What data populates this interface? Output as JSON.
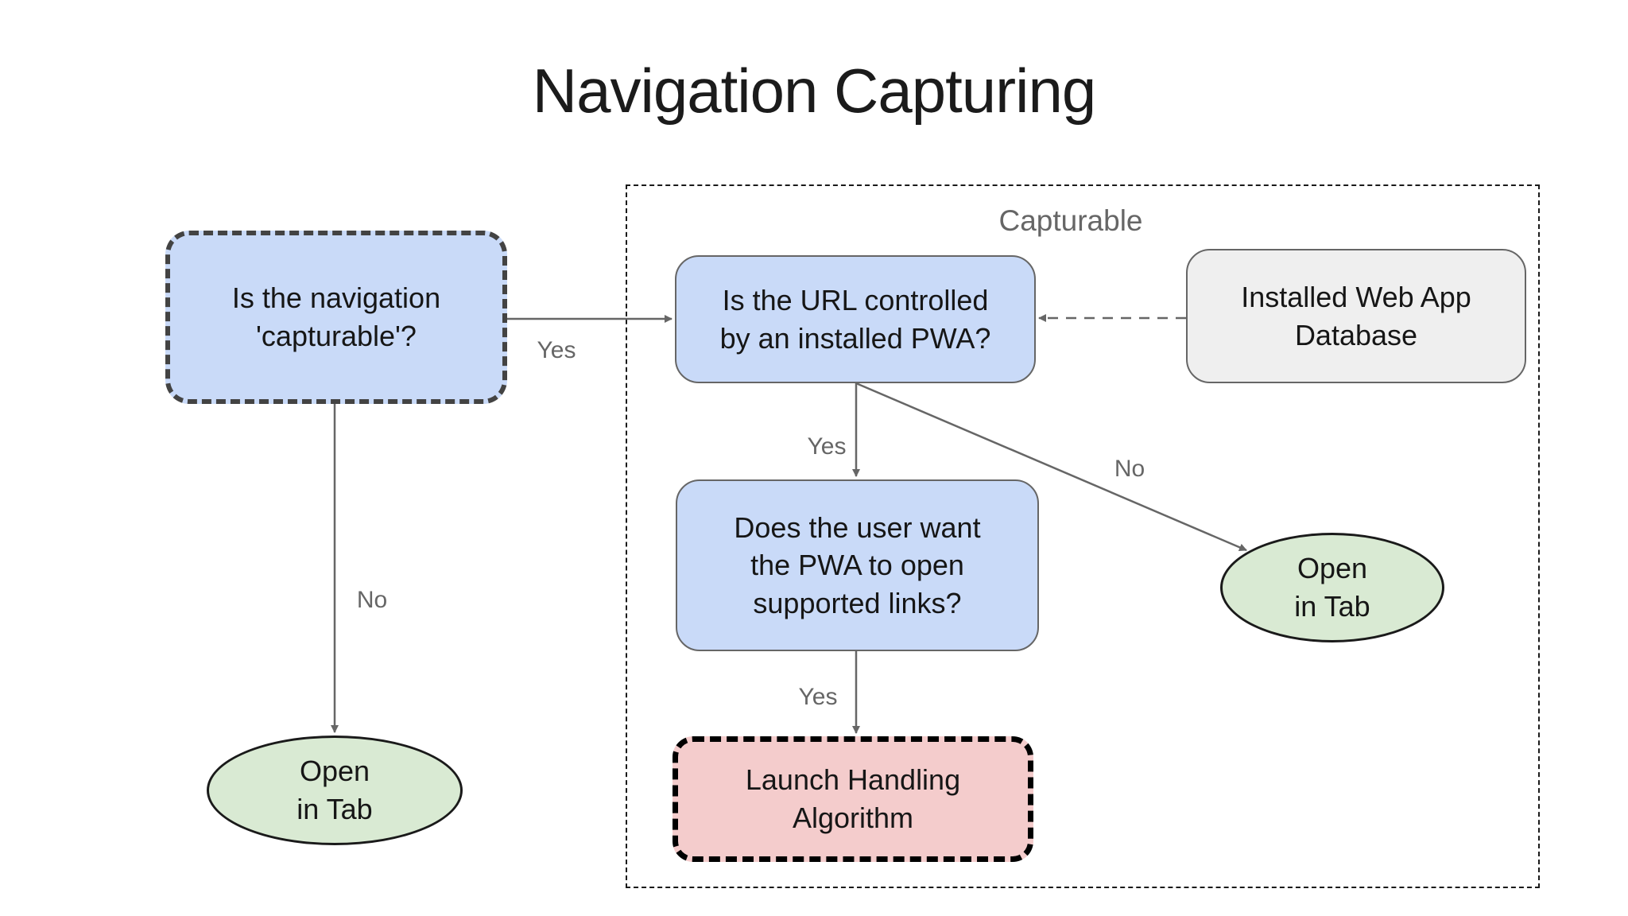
{
  "title": "Navigation Capturing",
  "group": {
    "label": "Capturable"
  },
  "nodes": {
    "is_navigation_capturable": {
      "label": "Is the navigation\n'capturable'?"
    },
    "is_url_controlled": {
      "label": "Is the URL controlled\nby an installed PWA?"
    },
    "installed_web_app_database": {
      "label": "Installed Web App\nDatabase"
    },
    "does_user_want_links": {
      "label": "Does the user want\nthe PWA to open\nsupported links?"
    },
    "launch_handling_algorithm": {
      "label": "Launch Handling\nAlgorithm"
    },
    "open_in_tab_left": {
      "label": "Open\nin Tab"
    },
    "open_in_tab_right": {
      "label": "Open\nin Tab"
    }
  },
  "edge_labels": {
    "capturable_yes": "Yes",
    "capturable_no": "No",
    "url_controlled_yes": "Yes",
    "url_controlled_no": "No",
    "open_links_yes": "Yes"
  },
  "colors": {
    "decision_fill": "#c9daf8",
    "database_fill": "#efefef",
    "terminal_fill": "#d9ead3",
    "launch_fill": "#f4cccc",
    "arrow_stroke": "#666666",
    "edge_label_text": "#666666",
    "group_border": "#1a1a1a",
    "capturable_dash_border": "#434343",
    "launch_dash_border": "#000000",
    "node_text": "#161616",
    "title_text": "#1b1b1b",
    "background": "#ffffff"
  }
}
